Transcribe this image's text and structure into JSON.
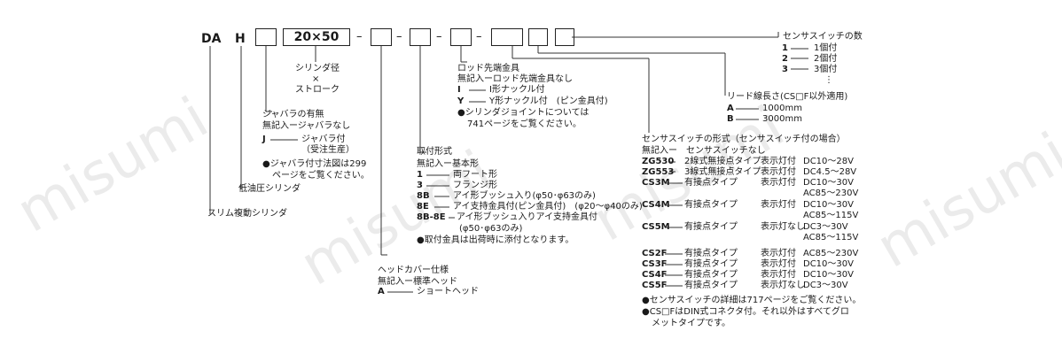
{
  "watermark": "misumi",
  "code": {
    "da": "DA",
    "h": "H",
    "bore_stroke": "20×50",
    "dash": "–"
  },
  "labels": {
    "slim_cylinder": "スリム複動シリンダ",
    "low_oil": "低油圧シリンダ",
    "bore_title": "シリンダ径",
    "bore_times": "×",
    "bore_stroke": "ストローク"
  },
  "bellows": {
    "title": "ジャバラの有無",
    "none": "無記入ージャバラなし",
    "j_code": "J",
    "j_text": "ジャバラ付",
    "j_note": "（受注生産）",
    "note1": "●ジャバラ付寸法図は299",
    "note2": "ページをご覧ください。"
  },
  "head_cover": {
    "title": "ヘッドカバー仕様",
    "none": "無記入ー標準ヘッド",
    "a_code": "A",
    "a_text": "ショートヘッド"
  },
  "mounting": {
    "title": "取付形式",
    "none": "無記入ー基本形",
    "r1_code": "1",
    "r1_text": "両フート形",
    "r3_code": "3",
    "r3_text": "フランジ形",
    "r8b_code": "8B",
    "r8b_text": "アイ形ブッシュ入り(φ50･φ63のみ)",
    "r8e_code": "8E",
    "r8e_text": "アイ支持金具付(ピン金具付)　(φ20～φ40のみ)",
    "r8b8e_code": "8B-8E",
    "r8b8e_text": "アイ形ブッシュ入りアイ支持金具付",
    "r8b8e_note": "(φ50･φ63のみ)",
    "note": "●取付金具は出荷時に添付となります。"
  },
  "rod_end": {
    "title": "ロッド先端金具",
    "none": "無記入ーロッド先端金具なし",
    "i_code": "I",
    "i_text": "I形ナックル付",
    "y_code": "Y",
    "y_text": "Y形ナックル付　(ピン金具付)",
    "note1": "●シリンダジョイントについては",
    "note2": "741ページをご覧ください。"
  },
  "sensor_count": {
    "title": "センサスイッチの数",
    "r1_code": "1",
    "r1_text": "1個付",
    "r2_code": "2",
    "r2_text": "2個付",
    "r3_code": "3",
    "r3_text": "3個付",
    "dots": "⋮"
  },
  "lead": {
    "title": "リード線長さ(CS□F以外適用)",
    "a_code": "A",
    "a_text": "1000mm",
    "b_code": "B",
    "b_text": "3000mm"
  },
  "sensor_type": {
    "title": "センサスイッチの形式（センサスイッチ付の場合）",
    "none": "無記入ー　センサスイッチなし",
    "rows": [
      {
        "code": "ZG530",
        "type": "2線式無接点タイプ",
        "lamp": "表示灯付",
        "volt": "DC10～28V",
        "volt2": ""
      },
      {
        "code": "ZG553",
        "type": "3線式無接点タイプ",
        "lamp": "表示灯付",
        "volt": "DC4.5～28V",
        "volt2": ""
      },
      {
        "code": "CS3M",
        "type": "有接点タイプ",
        "lamp": "表示灯付",
        "volt": "DC10～30V",
        "volt2": "AC85～230V"
      },
      {
        "code": "CS4M",
        "type": "有接点タイプ",
        "lamp": "表示灯付",
        "volt": "DC10～30V",
        "volt2": "AC85～115V"
      },
      {
        "code": "CS5M",
        "type": "有接点タイプ",
        "lamp": "表示灯なし",
        "volt": "DC3～30V",
        "volt2": "AC85～115V"
      },
      {
        "code": "CS2F",
        "type": "有接点タイプ",
        "lamp": "表示灯付",
        "volt": "AC85～230V",
        "volt2": ""
      },
      {
        "code": "CS3F",
        "type": "有接点タイプ",
        "lamp": "表示灯付",
        "volt": "DC10～30V",
        "volt2": ""
      },
      {
        "code": "CS4F",
        "type": "有接点タイプ",
        "lamp": "表示灯付",
        "volt": "DC10～30V",
        "volt2": ""
      },
      {
        "code": "CS5F",
        "type": "有接点タイプ",
        "lamp": "表示灯なし",
        "volt": "DC3～30V",
        "volt2": ""
      }
    ],
    "note1": "●センサスイッチの詳細は717ページをご覧ください。",
    "note2": "●CS□FはDIN式コネクタ付。それ以外はすべてグロ",
    "note3": "メットタイプです。"
  }
}
